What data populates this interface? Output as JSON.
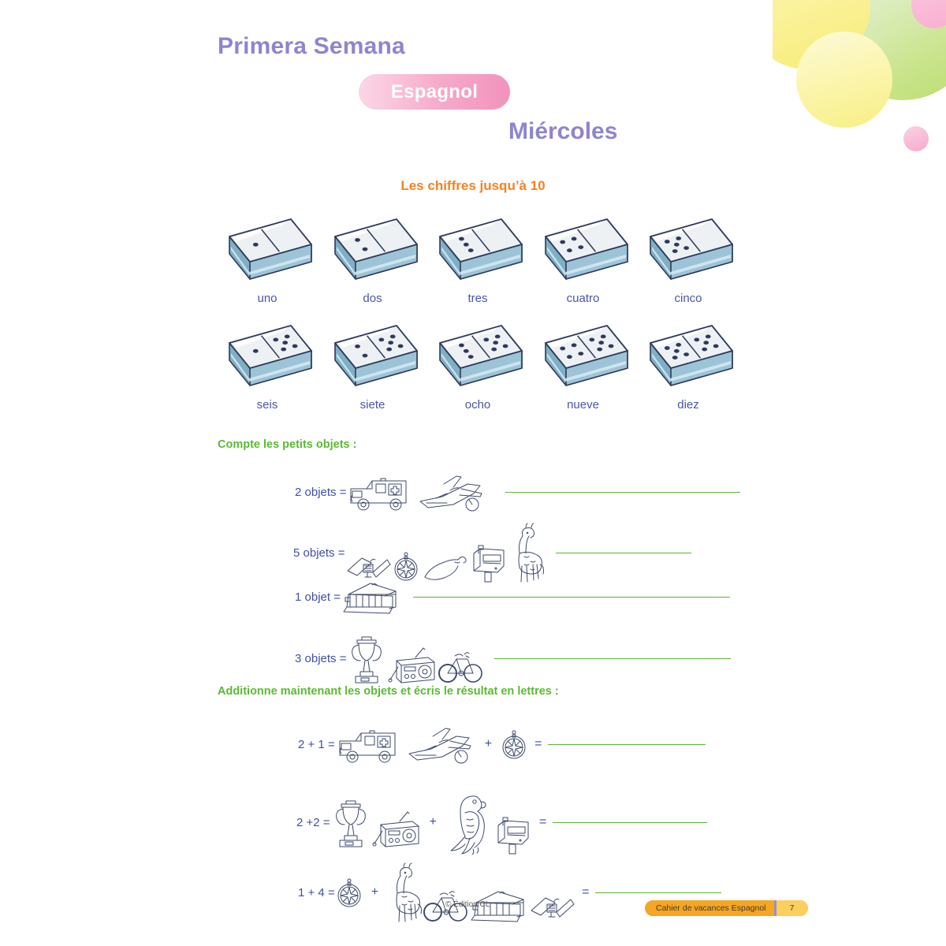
{
  "header": {
    "week": "Primera Semana",
    "subject_pill": "Espagnol",
    "day": "Miércoles"
  },
  "section": {
    "title": "Les chiffres jusqu’à 10"
  },
  "colors": {
    "purple": "#8e85cf",
    "pink": "#f293bd",
    "orange": "#f5821f",
    "green": "#5aba32",
    "blue_label": "#4a55a8",
    "domino_side": "#7fafc4",
    "domino_outline": "#2e3a5c"
  },
  "numbers": [
    {
      "value": 1,
      "label": "uno",
      "left_pips": 1,
      "right_pips": 0
    },
    {
      "value": 2,
      "label": "dos",
      "left_pips": 2,
      "right_pips": 0
    },
    {
      "value": 3,
      "label": "tres",
      "left_pips": 3,
      "right_pips": 0
    },
    {
      "value": 4,
      "label": "cuatro",
      "left_pips": 4,
      "right_pips": 0
    },
    {
      "value": 5,
      "label": "cinco",
      "left_pips": 5,
      "right_pips": 0
    },
    {
      "value": 6,
      "label": "seis",
      "left_pips": 1,
      "right_pips": 5
    },
    {
      "value": 7,
      "label": "siete",
      "left_pips": 2,
      "right_pips": 5
    },
    {
      "value": 8,
      "label": "ocho",
      "left_pips": 3,
      "right_pips": 5
    },
    {
      "value": 9,
      "label": "nueve",
      "left_pips": 4,
      "right_pips": 5
    },
    {
      "value": 10,
      "label": "diez",
      "left_pips": 5,
      "right_pips": 5
    }
  ],
  "exercise_counting": {
    "instruction": "Compte les petits objets :",
    "rows": [
      {
        "prompt": "2 objets =",
        "objects": [
          "ambulance",
          "airplane"
        ],
        "answer": ""
      },
      {
        "prompt": "5 objets  =",
        "objects": [
          "satellite",
          "compass",
          "chili-pepper",
          "mailbox",
          "giraffe"
        ],
        "answer": ""
      },
      {
        "prompt": "1 objet =",
        "objects": [
          "museum"
        ],
        "answer": ""
      },
      {
        "prompt": "3 objets =",
        "objects": [
          "trophy",
          "radio",
          "bicycle"
        ],
        "answer": ""
      }
    ]
  },
  "exercise_addition": {
    "instruction": "Additionne maintenant les objets et écris le résultat en lettres :",
    "plus_sign": "+",
    "equals_sign": "=",
    "rows": [
      {
        "prompt": "2 + 1 =",
        "group_a": [
          "ambulance",
          "airplane"
        ],
        "group_b": [
          "compass"
        ],
        "answer": ""
      },
      {
        "prompt": "2 +2 =",
        "group_a": [
          "trophy",
          "radio"
        ],
        "group_b": [
          "parrot",
          "mailbox"
        ],
        "answer": ""
      },
      {
        "prompt": "1 + 4 =",
        "group_a": [
          "compass"
        ],
        "group_b": [
          "giraffe",
          "bicycle",
          "museum",
          "satellite"
        ],
        "answer": ""
      }
    ]
  },
  "footer": {
    "copyright": "© Édition.CL",
    "badge_text": "Cahier de vacances Espagnol",
    "page_number": "7"
  }
}
